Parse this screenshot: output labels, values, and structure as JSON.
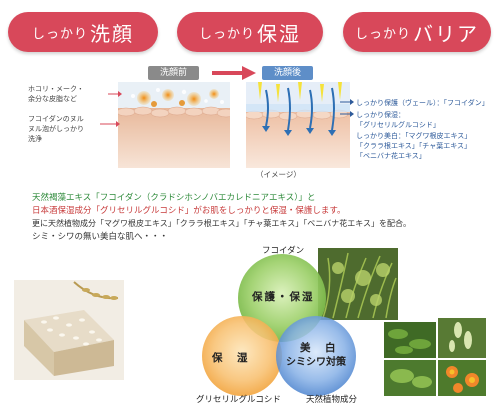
{
  "pills": [
    {
      "small": "しっかり",
      "large": "洗顔"
    },
    {
      "small": "しっかり",
      "large": "保湿"
    },
    {
      "small": "しっかり",
      "large": "バリア"
    }
  ],
  "diagram": {
    "before_label": "洗顔前",
    "after_label": "洗顔後",
    "left_notes": [
      "ホコリ・メーク・",
      "余分な皮脂など",
      "フコイダンのヌル",
      "ヌル泡がしっかり",
      "洗浄"
    ],
    "right_notes": [
      "しっかり保護（ヴェール）：「フコイダン」",
      "しっかり保湿：",
      "「グリセリルグルコシド」",
      "しっかり美白：「マグワ根皮エキス」",
      "「クララ根エキス」「チャ葉エキス」",
      "「ベニバナ花エキス」"
    ],
    "caption": "（イメージ）"
  },
  "description": [
    "天然褐藻エキス「フコイダン（クラドシホンノバエカレドニアエキス）」と",
    "日本酒保湿成分「グリセリルグルコシド」がお肌をしっかりと保湿・保護します。",
    "更に天然植物成分「マグワ根皮エキス」「クララ根エキス」「チャ葉エキス」「ベニバナ花エキス」を配合。",
    "シミ・シワの無い美白な肌へ・・・"
  ],
  "venn": {
    "top_label": "フコイダン",
    "top_circle": "保護・保湿",
    "left_circle": "保　湿",
    "right_circle_line1": "美　白",
    "right_circle_line2": "シミシワ対策",
    "left_label": "グリセリルグルコシド",
    "right_label": "天然植物成分"
  },
  "colors": {
    "pill_red": "#d8485a",
    "circle_green": "#7cc04a",
    "circle_orange": "#f4a63a",
    "circle_blue": "#3a76c8"
  }
}
